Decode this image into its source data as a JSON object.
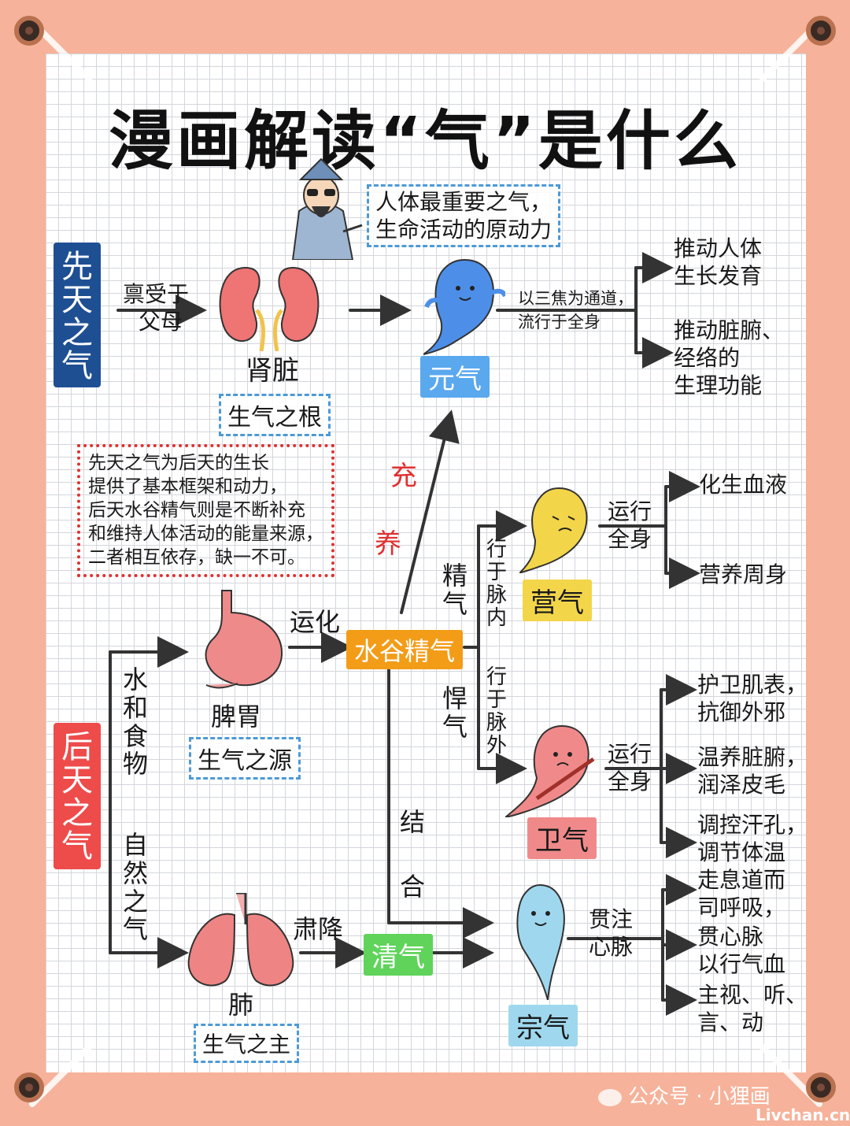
{
  "title": "漫画解读“气”是什么",
  "intro_box": [
    "人体最重要之气，",
    "生命活动的原动力"
  ],
  "xiantian": {
    "label": [
      "先",
      "天",
      "之",
      "气"
    ],
    "from": [
      "禀受于",
      "父母"
    ],
    "organ": "肾脏",
    "organ_tag": "生气之根",
    "qi": "元气",
    "channel": [
      "以三焦为通道，",
      "流行于全身"
    ],
    "functions": [
      [
        "推动人体",
        "生长发育"
      ],
      [
        "推动脏腑、",
        "经络的",
        "生理功能"
      ]
    ]
  },
  "note_box": [
    "先天之气为后天的生长",
    "提供了基本框架和动力，",
    "后天水谷精气则是不断补充",
    "和维持人体活动的能量来源，",
    "二者相互依存，缺一不可。"
  ],
  "chongyang": [
    "充",
    "养"
  ],
  "houtian": {
    "label": [
      "后",
      "天",
      "之",
      "气"
    ],
    "food": [
      "水",
      "和",
      "食",
      "物"
    ],
    "air": [
      "自",
      "然",
      "之",
      "气"
    ],
    "spleen": "脾胃",
    "spleen_tag": "生气之源",
    "yunhua": "运化",
    "shuigu": "水谷精气",
    "lung": "肺",
    "lung_tag": "生气之主",
    "sujiang": "肃降",
    "qingqi": "清气",
    "jinqi": [
      "精",
      "气"
    ],
    "hanqi": [
      "悍",
      "气"
    ],
    "neimai": [
      "行",
      "于",
      "脉",
      "内"
    ],
    "waimai": [
      "行",
      "于",
      "脉",
      "外"
    ],
    "jiehe": [
      "结",
      "合"
    ]
  },
  "yingqi": {
    "name": "营气",
    "run": [
      "运行",
      "全身"
    ],
    "functions": [
      "化生血液",
      "营养周身"
    ]
  },
  "weiqi": {
    "name": "卫气",
    "run": [
      "运行",
      "全身"
    ],
    "functions": [
      [
        "护卫肌表，",
        "抗御外邪"
      ],
      [
        "温养脏腑，",
        "润泽皮毛"
      ],
      [
        "调控汗孔，",
        "调节体温"
      ]
    ]
  },
  "zongqi": {
    "name": "宗气",
    "run": [
      "贯注",
      "心脉"
    ],
    "functions": [
      [
        "走息道而",
        "司呼吸，"
      ],
      [
        "贯心脉",
        "以行气血"
      ],
      [
        "主视、听、",
        "言、动"
      ]
    ]
  },
  "watermark": [
    "公众号 · 小狸画",
    "Livchan.cn"
  ],
  "colors": {
    "background": "#f6b29a",
    "blue_label": "#1f4f93",
    "red_label": "#ee4b4b",
    "qi_blue": "#5aa8ee",
    "qi_yellow": "#f3d54a",
    "qi_pink": "#f08a8a",
    "qi_light": "#9fd8ee",
    "tag_orange": "#f39c18",
    "tag_green": "#5fd35a",
    "accent_red": "#e03030"
  }
}
